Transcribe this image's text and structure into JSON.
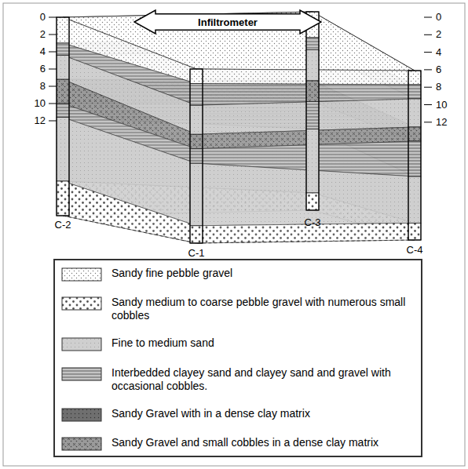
{
  "diagram": {
    "nodes": [
      {
        "text": [
          "Infiltrometer"
        ]
      }
    ],
    "labels": [
      "0",
      "2",
      "4",
      "6",
      "8",
      "10",
      "12",
      "0",
      "2",
      "4",
      "6",
      "8",
      "10",
      "12",
      "C-2",
      "C-1",
      "C-3",
      "C-4"
    ],
    "legend": [
      {
        "text": "Sandy fine pebble gravel"
      },
      {
        "text": "Sandy medium to coarse pebble gravel with numerous small cobbles"
      },
      {
        "text": "Fine to medium sand"
      },
      {
        "text": "Interbedded clayey sand and clayey sand and gravel with occasional cobbles."
      },
      {
        "text": "Sandy Gravel with in a dense clay matrix"
      },
      {
        "text": "Sandy Gravel and small cobbles in a dense clay matrix"
      }
    ]
  }
}
